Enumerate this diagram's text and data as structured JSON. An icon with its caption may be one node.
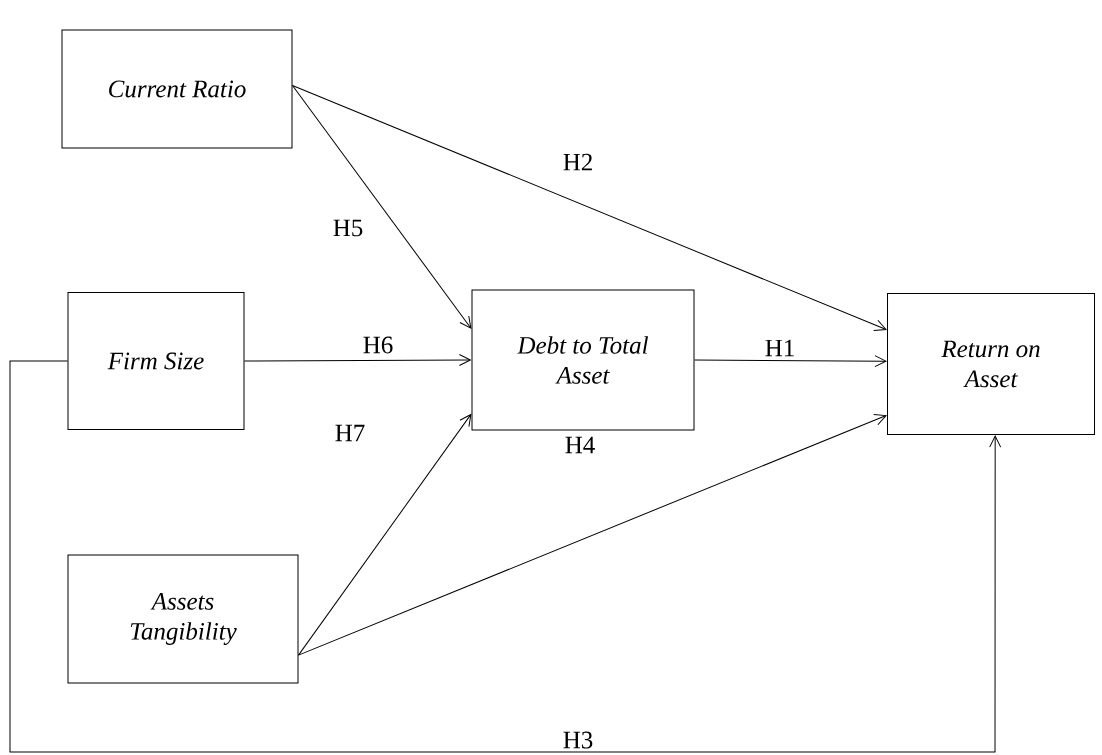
{
  "diagram": {
    "nodes": [
      {
        "text": [
          "Current Ratio"
        ]
      },
      {
        "text": [
          "Firm Size"
        ]
      },
      {
        "text": [
          "Debt to Total Asset"
        ]
      },
      {
        "text": [
          "Return on Asset"
        ]
      },
      {
        "text": [
          "Assets Tangibility"
        ]
      }
    ],
    "edges": [
      {
        "from": 0,
        "to": 3,
        "arrow": "to",
        "label": "H2"
      },
      {
        "from": 0,
        "to": 2,
        "arrow": "to",
        "label": "H5"
      },
      {
        "from": 1,
        "to": 2,
        "arrow": "to",
        "label": "H6"
      },
      {
        "from": 2,
        "to": 3,
        "arrow": "to",
        "label": "H1"
      },
      {
        "from": 4,
        "to": 2,
        "arrow": "to",
        "label": "H7"
      },
      {
        "from": 4,
        "to": 3,
        "arrow": "to",
        "label": "H4"
      },
      {
        "from": 1,
        "to": 3,
        "arrow": "to",
        "label": "H3"
      }
    ]
  }
}
